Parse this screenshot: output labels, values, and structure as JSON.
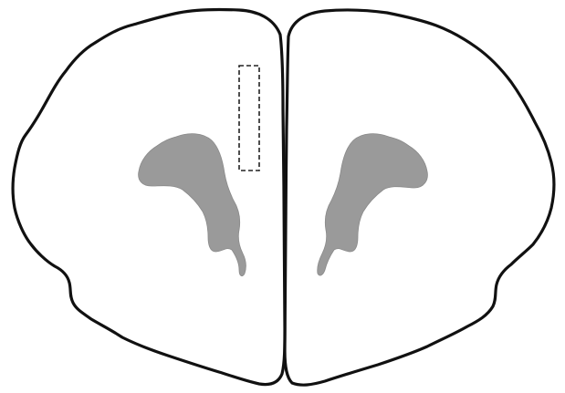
{
  "diagram": {
    "colors": {
      "background": "#ffffff",
      "outline": "#111111",
      "ventricle_fill": "#9a9a9a",
      "dashed_box": "#222222"
    },
    "hemispheres": [
      "left",
      "right"
    ],
    "ventricles": [
      "left-lateral-ventricle",
      "right-lateral-ventricle"
    ],
    "marker": "dashed-rectangle-region"
  }
}
